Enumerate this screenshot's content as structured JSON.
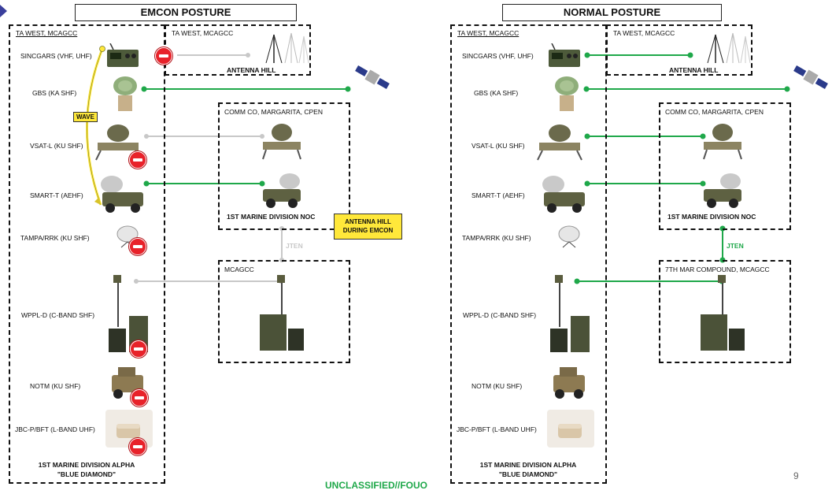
{
  "left": {
    "title": "EMCON POSTURE",
    "unit_label": "TA WEST, MCAGCC",
    "antenna_box_label": "TA WEST, MCAGCC",
    "antenna_hill": "ANTENNA HILL",
    "comm_box_label": "COMM CO, MARGARITA, CPEN",
    "noc_label": "1ST MARINE DIVISION NOC",
    "mcagcc_label": "MCAGCC",
    "jten": "JTEN",
    "wave": "WAVE",
    "callout": "ANTENNA HILL\nDURING EMCON",
    "footer_line1": "1ST MARINE DIVISION ALPHA",
    "footer_line2": "\"BLUE DIAMOND\""
  },
  "right": {
    "title": "NORMAL POSTURE",
    "unit_label": "TA WEST, MCAGCC",
    "antenna_box_label": "TA WEST, MCAGCC",
    "antenna_hill": "ANTENNA HILL",
    "comm_box_label": "COMM CO, MARGARITA, CPEN",
    "noc_label": "1ST MARINE DIVISION NOC",
    "compound_label": "7TH MAR COMPOUND, MCAGCC",
    "jten": "JTEN",
    "footer_line1": "1ST MARINE DIVISION ALPHA",
    "footer_line2": "\"BLUE DIAMOND\""
  },
  "systems": [
    "SINCGARS (VHF, UHF)",
    "GBS (KA SHF)",
    "VSAT-L (KU SHF)",
    "SMART-T (AEHF)",
    "TAMPA/RRK (KU SHF)",
    "WPPL-D (C-BAND SHF)",
    "NOTM (KU SHF)",
    "JBC-P/BFT (L-BAND UHF)"
  ],
  "classification": "UNCLASSIFIED//FOUO",
  "page_number": "9",
  "colors": {
    "active_link": "#1fa84a",
    "inactive_link": "#c8c8c8",
    "no_sign": "#e8222a",
    "callout": "#ffe83a"
  },
  "icons": [
    "radio-icon",
    "satellite-dish-icon",
    "terminal-icon",
    "vehicle-icon",
    "antenna-array-icon",
    "satellite-icon",
    "mast-icon",
    "no-entry-icon"
  ]
}
